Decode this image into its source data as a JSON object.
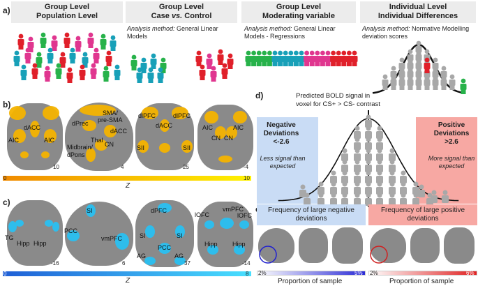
{
  "panel_a": {
    "label": "a)",
    "headers": [
      {
        "line1": "Group Level",
        "line2": "Population Level"
      },
      {
        "line1": "Group Level",
        "line2_pre": "Case ",
        "line2_em": "vs.",
        "line2_post": " Control"
      },
      {
        "line1": "Group Level",
        "line2": "Moderating variable"
      },
      {
        "line1": "Individual Level",
        "line2": "Individual Differences"
      }
    ],
    "methods": [
      {
        "label": "Analysis method:",
        "text1": " General Linear",
        "text2": "Models"
      },
      {
        "label": "Analysis method:",
        "text1": " General Linear",
        "text2": "Models  - Regressions"
      },
      {
        "label": "Analysis method:",
        "text1": " Normative Modelling",
        "text2": "deviation scores"
      }
    ],
    "colors": {
      "magenta": "#e0368f",
      "green": "#27b24a",
      "teal": "#18a0b8",
      "red": "#e0202a",
      "gray": "#a8a8a8"
    }
  },
  "panel_b": {
    "label": "b)",
    "brains": [
      {
        "labels": [
          "dACC",
          "AIC",
          "AIC"
        ],
        "slice": "10"
      },
      {
        "labels": [
          "SMA/",
          "pre-SMA",
          "dPrec",
          "dACC",
          "Thal",
          "CN",
          "Midbrain/",
          "dPons"
        ],
        "slice": "4"
      },
      {
        "labels": [
          "dlPFC",
          "dlPFC",
          "dACC",
          "SII",
          "SII"
        ],
        "slice": "25"
      },
      {
        "labels": [
          "AIC",
          "AIC",
          "CN",
          "CN"
        ],
        "slice": "-4"
      }
    ],
    "colorbar": {
      "min": "0",
      "max": "10",
      "label": "Z",
      "start": "#f08a00",
      "end": "#fff200"
    }
  },
  "panel_c": {
    "label": "c)",
    "brains": [
      {
        "labels": [
          "TG",
          "Hipp",
          "Hipp"
        ],
        "slice": "-16"
      },
      {
        "labels": [
          "SI",
          "PCC",
          "vmPFC"
        ],
        "slice": "6"
      },
      {
        "labels": [
          "dPFC",
          "SI",
          "SI",
          "PCC",
          "AG",
          "AG"
        ],
        "slice": "37"
      },
      {
        "labels": [
          "lOFC",
          "vmPFC",
          "lOFC",
          "Hipp",
          "Hipp"
        ],
        "slice": "-14"
      }
    ],
    "colorbar": {
      "min": "0",
      "max": "8",
      "label": "Z",
      "start": "#1f5fd6",
      "end": "#49e0ff"
    }
  },
  "panel_d": {
    "label": "d)",
    "title1": "Predicted BOLD signal in",
    "title2": "voxel for CS+ > CS- contrast",
    "negative": {
      "title1": "Negative",
      "title2": "Deviations",
      "title3": "<-2.6",
      "desc1": "Less signal than",
      "desc2": "expected"
    },
    "positive": {
      "title1": "Positive",
      "title2": "Deviations",
      "title3": ">2.6",
      "desc1": "More signal than",
      "desc2": "expected"
    }
  },
  "panel_e": {
    "label": "e)",
    "neg_title1": "Frequency of large negative",
    "neg_title2": "deviations",
    "pos_title1": "Frequency of large positive",
    "pos_title2": "deviations",
    "neg_bar": {
      "min": "2%",
      "max": "5%",
      "label": "Proportion of sample",
      "start": "#ffffff",
      "end": "#2a2ad6"
    },
    "pos_bar": {
      "min": "2%",
      "max": "6%",
      "label": "Proportion of sample",
      "start": "#ffffff",
      "end": "#e02020"
    }
  }
}
